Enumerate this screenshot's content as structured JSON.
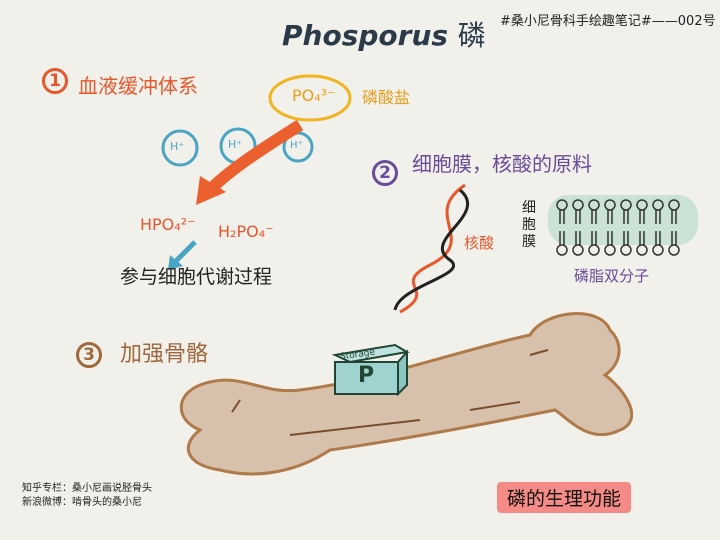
{
  "title": "Phosporus",
  "title_cn": "磷",
  "header": "#桑小尼骨科手绘趣笔记#——002号",
  "section1": {
    "number": "1",
    "label": "血液缓冲体系",
    "phosphate": "PO₄³⁻",
    "phosphate_label": "磷酸盐",
    "ion": "H⁺",
    "hpo4": "HPO₄²⁻",
    "h2po4": "H₂PO₄⁻",
    "metabolism": "参与细胞代谢过程"
  },
  "section2": {
    "number": "2",
    "label": "细胞膜，核酸的原料",
    "dna_label": "核酸",
    "membrane_label": "细胞膜",
    "bilayer_label": "磷脂双分子"
  },
  "section3": {
    "number": "3",
    "label": "加强骨骼",
    "box_label": "Storage",
    "box_letter": "P"
  },
  "credits": {
    "line1": "知乎专栏：桑小尼画说胫骨头",
    "line2": "新浪微博：啃骨头的桑小尼"
  },
  "caption": "磷的生理功能",
  "colors": {
    "orange": "#e8572b",
    "purple": "#6a4a9a",
    "brown": "#a0683c",
    "bone": "#d7c0ac",
    "teal": "#9fd3d0"
  }
}
